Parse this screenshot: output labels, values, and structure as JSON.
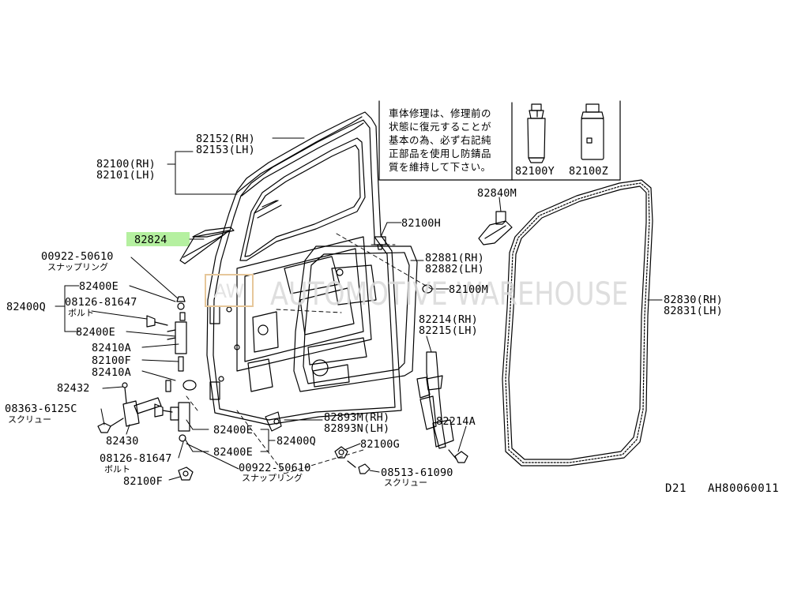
{
  "notice": {
    "lines": [
      "車体修理は、修理前の",
      "状態に復元することが",
      "基本の為、必ず右記純",
      "正部品を使用し防錆品",
      "質を維持して下さい。"
    ]
  },
  "parts": {
    "p82152": "82152(RH)",
    "p82153": "82153(LH)",
    "p82100": "82100(RH)",
    "p82101": "82101(LH)",
    "p82824": "82824",
    "p00922a": "00922-50610",
    "snap_a": "スナップリング",
    "p82400E_1": "82400E",
    "p82400Q_l": "82400Q",
    "p08126a": "08126-81647",
    "bolt_a": "ボルト",
    "p82400E_2": "82400E",
    "p82410A_1": "82410A",
    "p82100F_1": "82100F",
    "p82410A_2": "82410A",
    "p82432": "82432",
    "p08363": "08363-6125C",
    "screw_a": "スクリュー",
    "p82430": "82430",
    "p08126b": "08126-81647",
    "bolt_b": "ボルト",
    "p82100F_2": "82100F",
    "p82400E_3": "82400E",
    "p82400Q_r": "82400Q",
    "p82400E_4": "82400E",
    "p00922b": "00922-50610",
    "snap_b": "スナップリング",
    "p82100H": "82100H",
    "p82881": "82881(RH)",
    "p82882": "82882(LH)",
    "p82100M": "82100M",
    "p82214": "82214(RH)",
    "p82215": "82215(LH)",
    "p82893M": "82893M(RH)",
    "p82893N": "82893N(LH)",
    "p82100G": "82100G",
    "p08513": "08513-61090",
    "screw_b": "スクリュー",
    "p82214A": "82214A",
    "p82840M": "82840M",
    "p82830": "82830(RH)",
    "p82831": "82831(LH)",
    "p82100Y": "82100Y",
    "p82100Z": "82100Z"
  },
  "footer": {
    "model": "D21",
    "diagram_code": "AH80060011"
  },
  "watermark": {
    "text": "AUTOMOTIVE WAREHOUSE",
    "logo_text": "AW"
  },
  "colors": {
    "highlight": "#b5f0a0",
    "line": "#000000",
    "watermark": "#d9d9d9"
  }
}
